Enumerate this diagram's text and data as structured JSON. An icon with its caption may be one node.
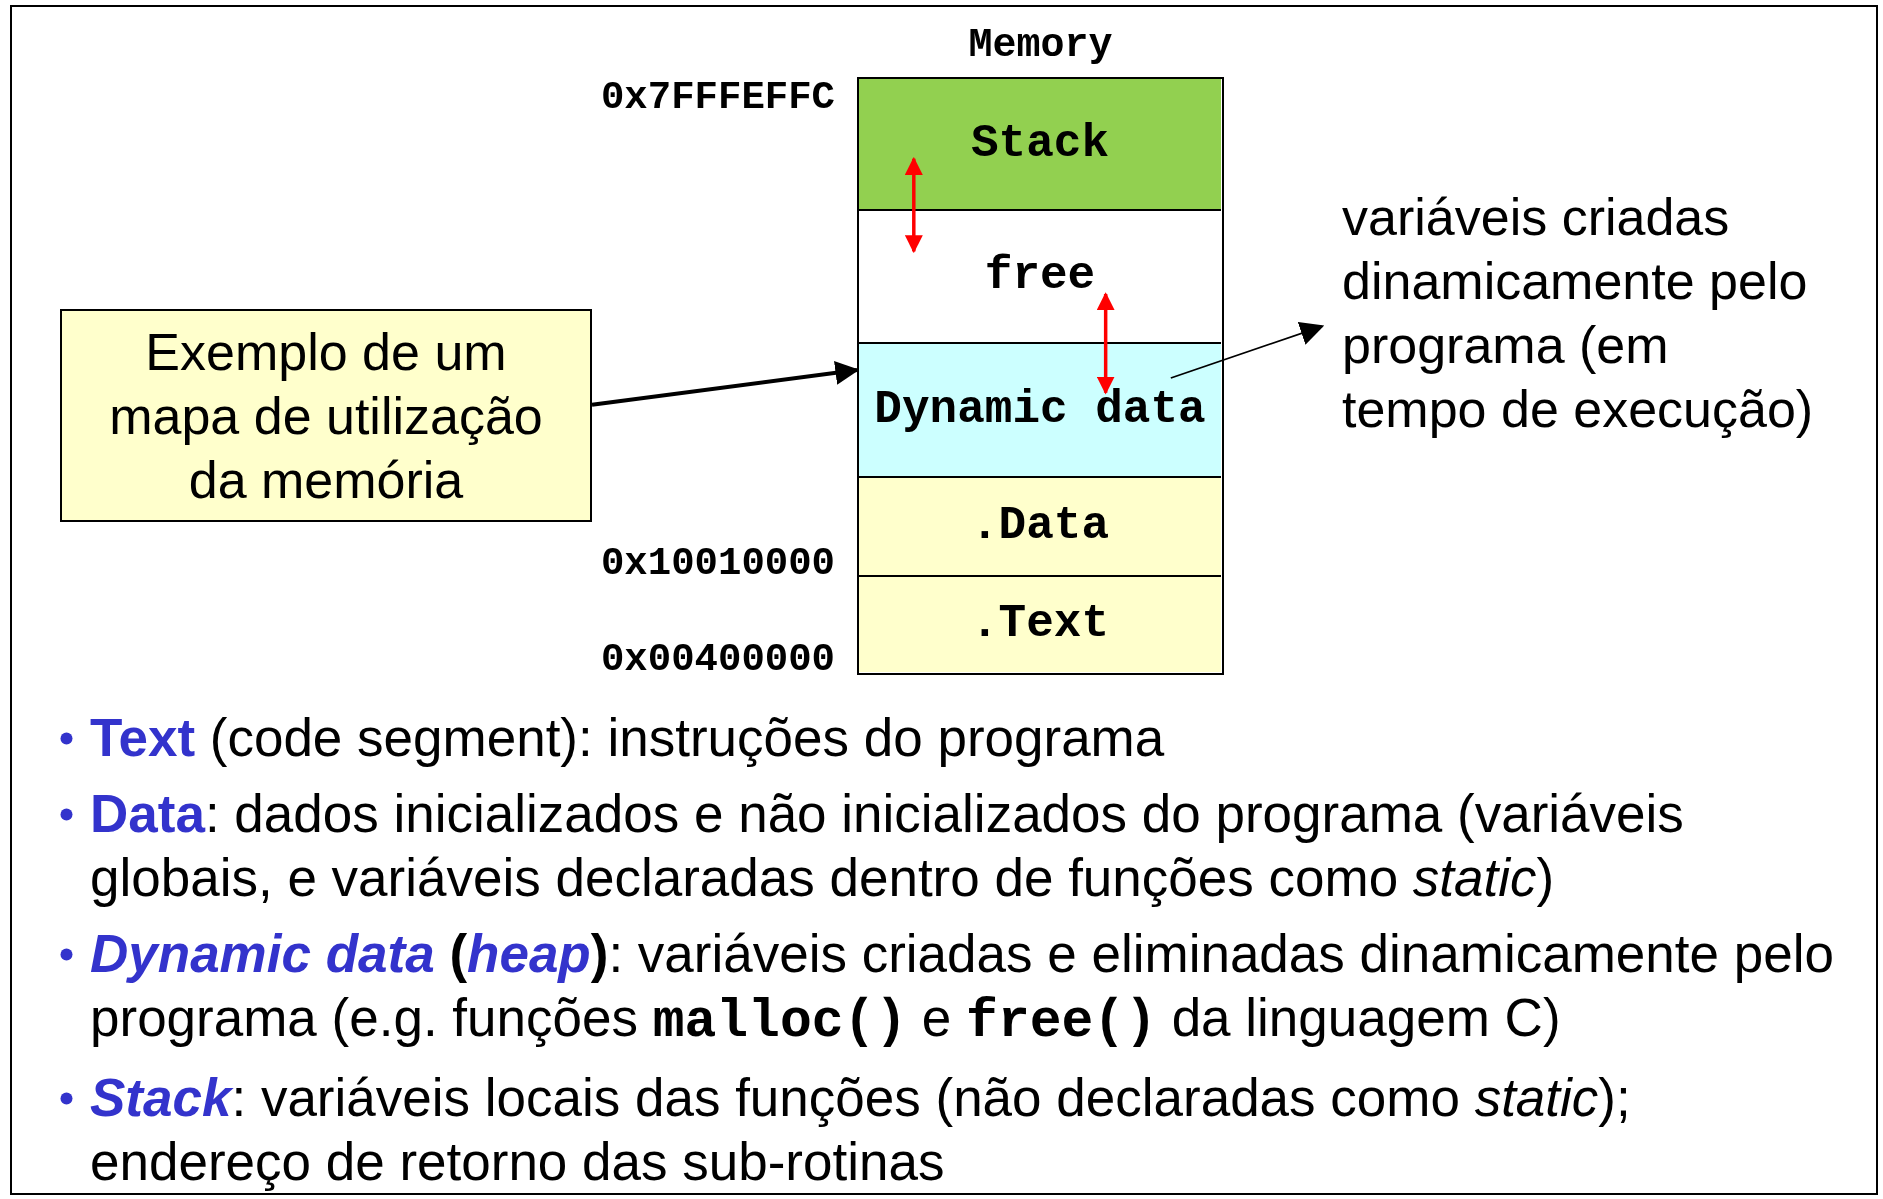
{
  "diagram": {
    "nodes": [
      {
        "text": [
          "Exemplo de um mapa de utilização da memória"
        ]
      },
      {
        "text": [
          "Memory"
        ]
      },
      {
        "text": [
          "Stack"
        ],
        "in": 1
      },
      {
        "text": [
          "free"
        ],
        "in": 1
      },
      {
        "text": [
          "Dynamic data"
        ],
        "in": 1
      },
      {
        "text": [
          ".Data"
        ],
        "in": 1
      },
      {
        "text": [
          ".Text"
        ],
        "in": 1
      },
      {
        "text": [
          "variáveis criadas dinamicamente pelo programa (em tempo de execução)"
        ]
      }
    ],
    "edges": [
      {
        "from": 0,
        "to": 1,
        "arrow": "to"
      },
      {
        "from": 4,
        "to": 7,
        "arrow": "to"
      },
      {
        "from": 2,
        "to": 3,
        "arrow": "both",
        "color": "#ff0000"
      },
      {
        "from": 3,
        "to": 4,
        "arrow": "both",
        "color": "#ff0000"
      }
    ],
    "labels": [
      "0x7FFFEFFC",
      "0x10010000",
      "0x00400000",
      "**Text** (code segment): instruções do programa",
      "**Data**: dados inicializados e não inicializados do programa (variáveis globais, e variáveis declaradas dentro de funções como *static*)",
      "*Dynamic data* **(*heap*)**: variáveis criadas e eliminadas dinamicamente pelo programa (e.g. funções **malloc()** e **free()** da linguagem C)",
      "*Stack*: variáveis locais das funções (não declaradas como *static*); endereço de retorno das sub-rotinas"
    ]
  }
}
